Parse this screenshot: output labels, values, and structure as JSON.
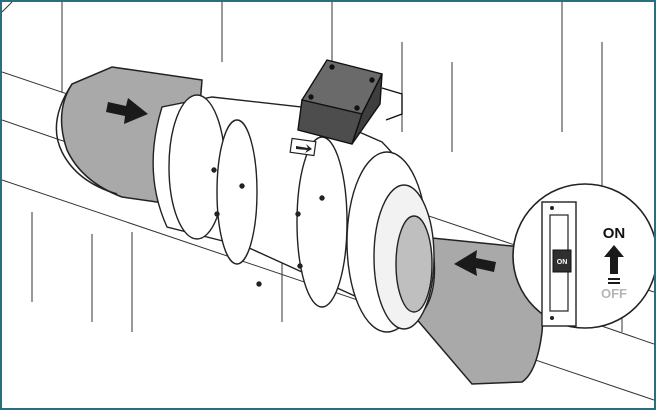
{
  "colors": {
    "frame_border": "#2b6f7f",
    "duct_fill": "#a9a9a9",
    "duct_inner": "#8e8e8e",
    "fan_body": "#ffffff",
    "line": "#222222",
    "terminal_box": "#5a5a5a",
    "arrow": "#1a1a1a",
    "off_text": "#b5b5b5"
  },
  "icons": {
    "airflow_in": "arrow-right-icon",
    "airflow_out": "arrow-left-icon",
    "switch_direction": "arrow-up-icon",
    "body_direction": "arrow-right-icon"
  },
  "switch": {
    "on_label": "ON",
    "off_label": "OFF",
    "toggle_label": "ON"
  }
}
